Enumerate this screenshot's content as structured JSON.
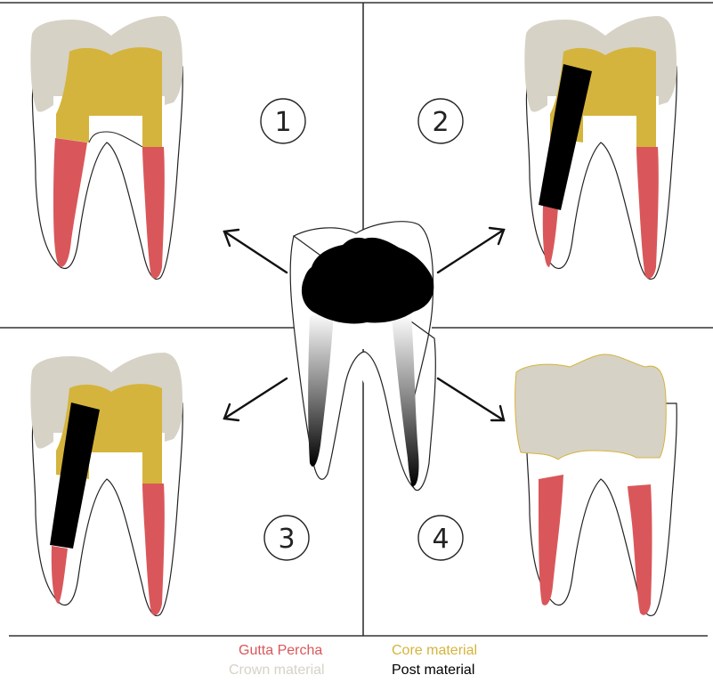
{
  "panels": [
    {
      "number": "1"
    },
    {
      "number": "2"
    },
    {
      "number": "3"
    },
    {
      "number": "4"
    }
  ],
  "legend": {
    "gutta_percha": {
      "label": "Gutta Percha",
      "color": "#d9575a"
    },
    "core_material": {
      "label": "Core material",
      "color": "#d4b43c"
    },
    "crown_material": {
      "label": "Crown material",
      "color": "#d7d2c6"
    },
    "post_material": {
      "label": "Post material",
      "color": "#000000"
    }
  },
  "colors": {
    "gutta_percha": "#d9575a",
    "core": "#d4b43c",
    "crown": "#d7d2c6",
    "post": "#000000",
    "outline": "#222222",
    "divider": "#333333"
  }
}
